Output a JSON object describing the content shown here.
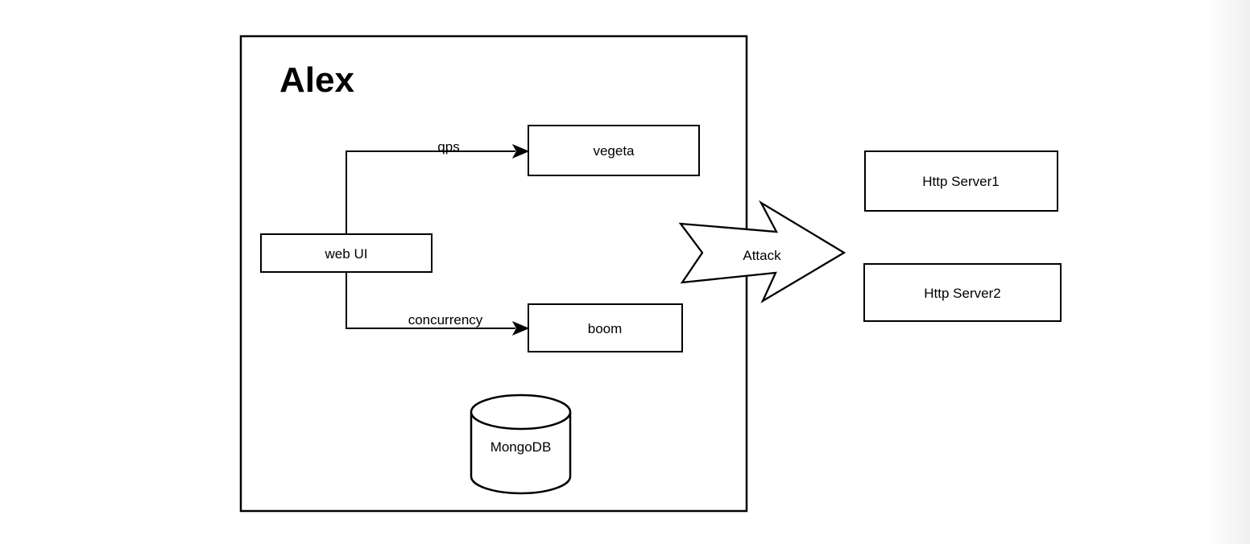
{
  "page": {
    "background_color": "#ffffff",
    "right_edge_fade_color": "#f0f0f0"
  },
  "diagram": {
    "stroke_color": "#000000",
    "node_fill_color": "#ffffff",
    "text_color": "#000000",
    "container": {
      "label": "Alex"
    },
    "nodes": {
      "web_ui": {
        "label": "web UI"
      },
      "vegeta": {
        "label": "vegeta"
      },
      "boom": {
        "label": "boom"
      },
      "mongodb": {
        "label": "MongoDB"
      },
      "http_server1": {
        "label": "Http Server1"
      },
      "http_server2": {
        "label": "Http Server2"
      }
    },
    "edges": {
      "qps": {
        "label": "qps",
        "from": "web UI",
        "to": "vegeta"
      },
      "concurrency": {
        "label": "concurrency",
        "from": "web UI",
        "to": "boom"
      },
      "attack": {
        "label": "Attack"
      }
    }
  }
}
